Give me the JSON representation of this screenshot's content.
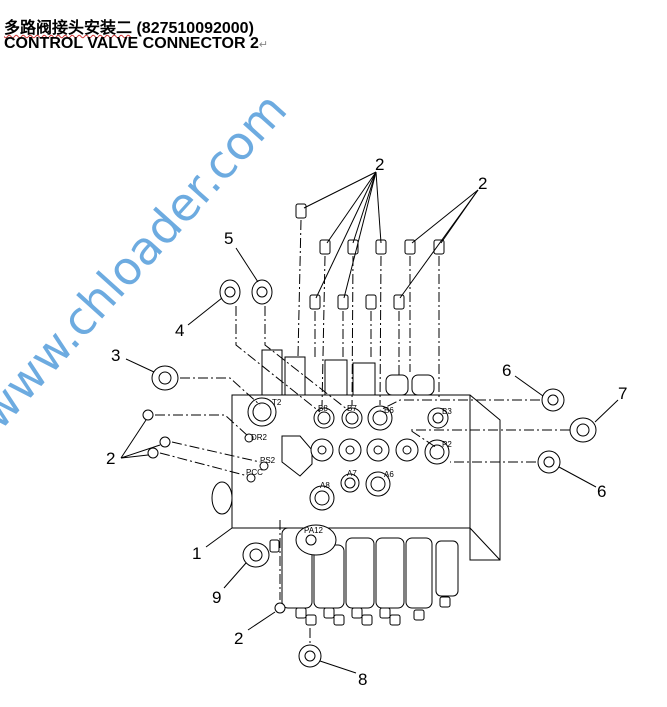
{
  "title": {
    "chinese": "多路阀接头安装二",
    "part_number": "(827510092000)",
    "english": "CONTROL  VALVE CONNECTOR  2",
    "return_mark": "↵"
  },
  "watermark": "www.chloader.com",
  "callouts": {
    "c2_top_a": "2",
    "c2_top_b": "2",
    "c5": "5",
    "c4": "4",
    "c3": "3",
    "c2_left": "2",
    "c6_top": "6",
    "c7": "7",
    "c6_bottom": "6",
    "c1": "1",
    "c9": "9",
    "c2_bottom": "2",
    "c8": "8"
  },
  "ports": {
    "T2": "T2",
    "B8": "B8",
    "B7": "B7",
    "B6": "B6",
    "B3": "B3",
    "DR2": "DR2",
    "PS2": "PS2",
    "PCC": "PCC",
    "P2": "P2",
    "A8": "A8",
    "A7": "A7",
    "A6": "A6",
    "PA12": "PA12"
  }
}
